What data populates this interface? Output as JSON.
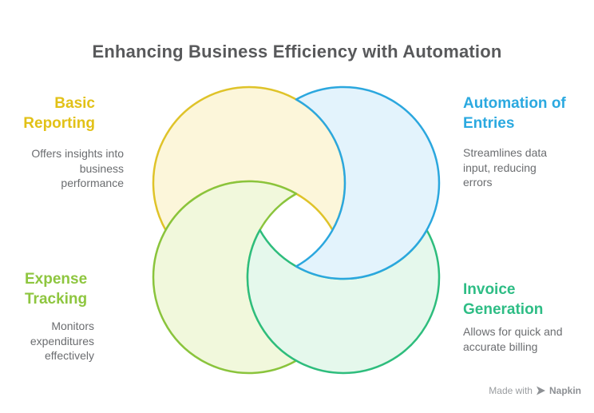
{
  "title": "Enhancing Business Efficiency with Automation",
  "title_color": "#58595B",
  "description_color": "#6B6D70",
  "sections": [
    {
      "id": "basic-reporting",
      "label": "Basic\nReporting",
      "description": "Offers insights into\nbusiness\nperformance",
      "colors": {
        "label": "#E2C117",
        "stroke": "#DFC329",
        "fill": "#FCF6DA"
      }
    },
    {
      "id": "automation-of-entries",
      "label": "Automation of\nEntries",
      "description": "Streamlines data\ninput, reducing\nerrors",
      "colors": {
        "label": "#2BA9E0",
        "stroke": "#2BA7DE",
        "fill": "#E3F3FC"
      }
    },
    {
      "id": "expense-tracking",
      "label": "Expense\nTracking",
      "description": "Monitors\nexpenditures\neffectively",
      "colors": {
        "label": "#8EC63F",
        "stroke": "#8AC43C",
        "fill": "#F1F8DC"
      }
    },
    {
      "id": "invoice-generation",
      "label": "Invoice\nGeneration",
      "description": "Allows for quick and\naccurate billing",
      "colors": {
        "label": "#2EBD85",
        "stroke": "#2EBD7D",
        "fill": "#E5F8EC"
      }
    }
  ],
  "badge": {
    "made_with": "Made with",
    "brand": "Napkin",
    "text_color": "#9A9DA0",
    "brand_color": "#8D9094",
    "logo_color": "#8D9094"
  }
}
